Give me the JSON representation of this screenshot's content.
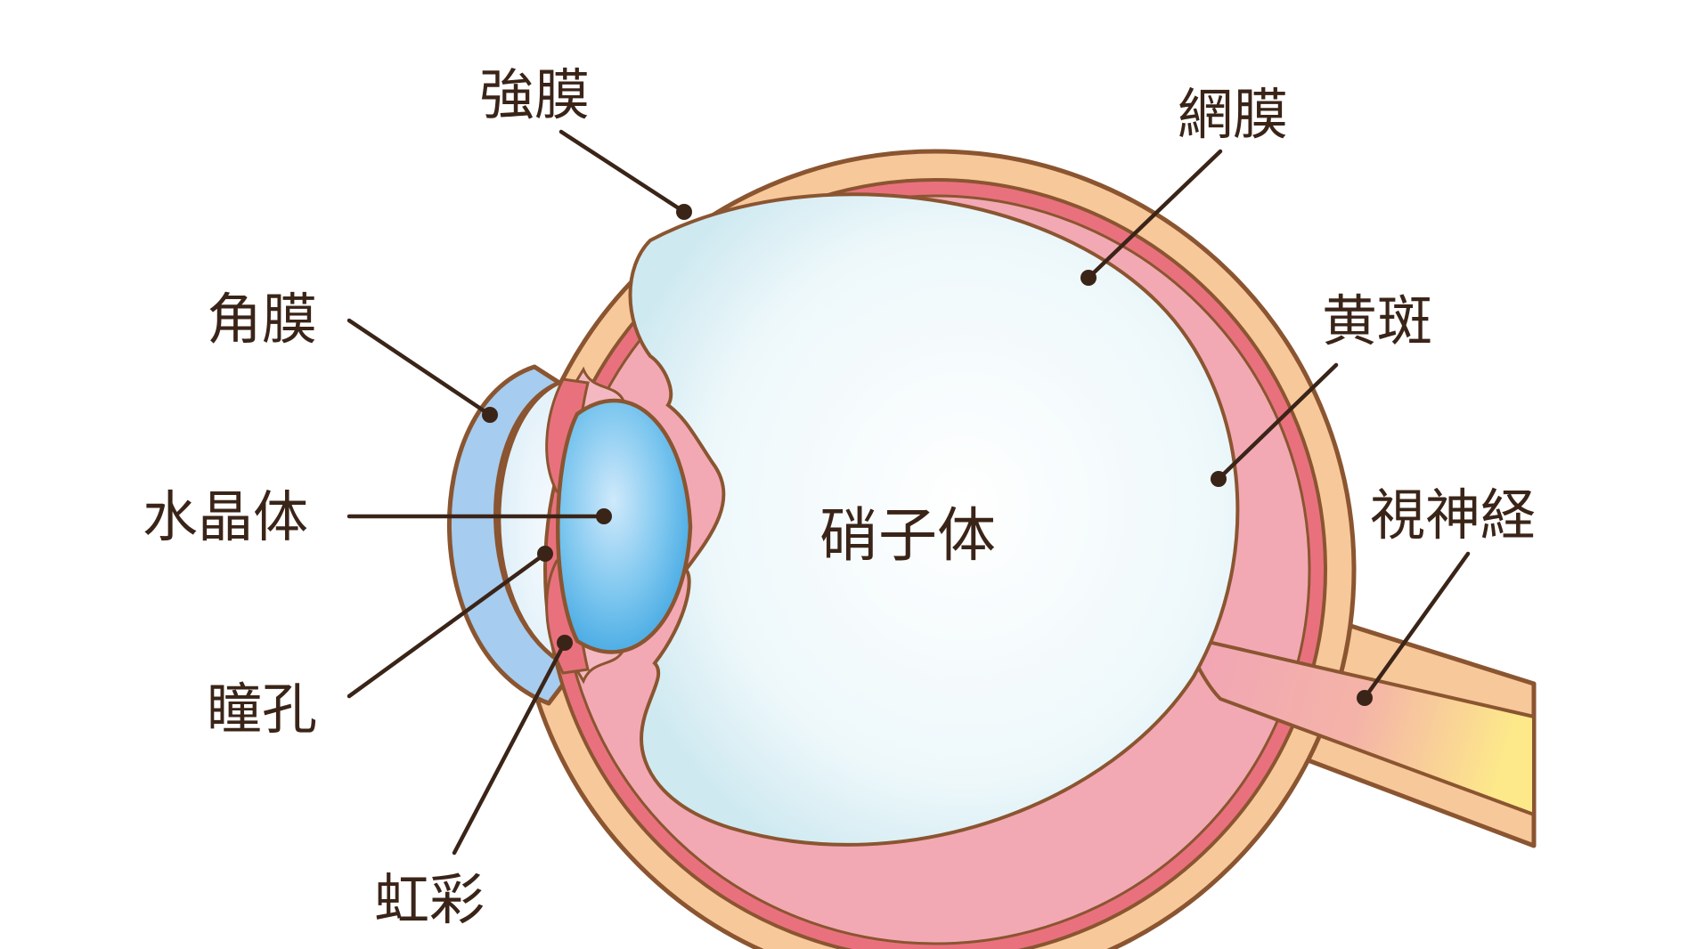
{
  "labels": {
    "sclera": "強膜",
    "retina": "網膜",
    "cornea": "角膜",
    "macula": "黄斑",
    "lens": "水晶体",
    "optic_nerve": "視神経",
    "pupil": "瞳孔",
    "iris": "虹彩",
    "vitreous": "硝子体"
  },
  "colors": {
    "outline": "#8a5530",
    "sclera": "#f7c89a",
    "choroid": "#e9717e",
    "retina_inner": "#f2a9b4",
    "vitreous": "#e4f3f8",
    "cornea": "#a6ccef",
    "lens": "#48aee6",
    "optic_nerve_start": "#f1a4b5",
    "optic_nerve_end": "#fde98a",
    "label_text": "#3a2418"
  }
}
